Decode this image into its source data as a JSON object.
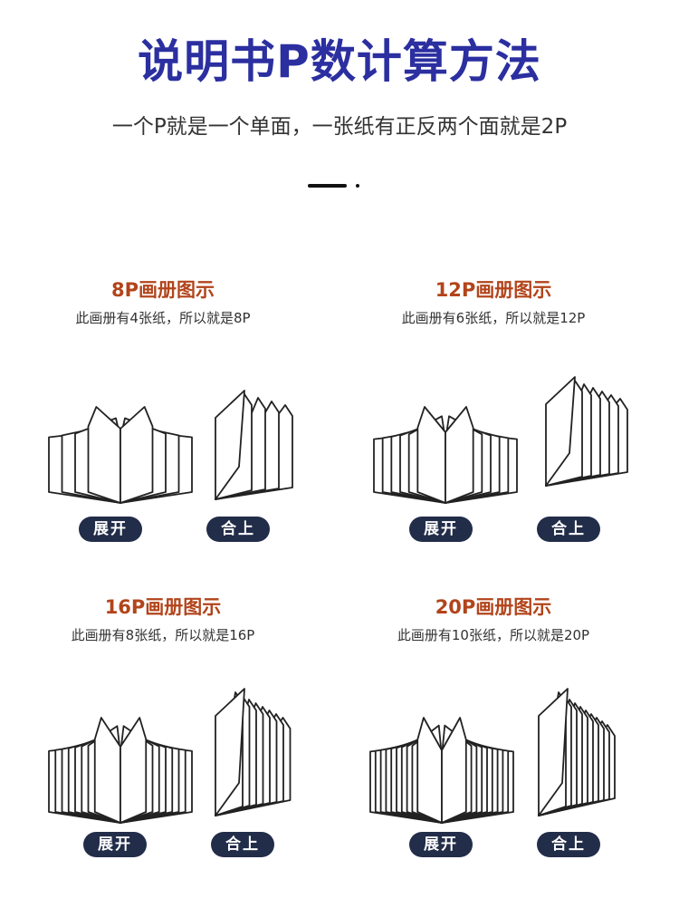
{
  "header": {
    "title": "说明书P数计算方法",
    "subtitle": "一个P就是一个单面，一张纸有正反两个面就是2P"
  },
  "sections": [
    {
      "title": "8P画册图示",
      "desc": "此画册有4张纸，所以就是8P",
      "open_label": "展开",
      "closed_label": "合上",
      "sheets": 4
    },
    {
      "title": "12P画册图示",
      "desc": "此画册有6张纸，所以就是12P",
      "open_label": "展开",
      "closed_label": "合上",
      "sheets": 6
    },
    {
      "title": "16P画册图示",
      "desc": "此画册有8张纸，所以就是16P",
      "open_label": "展开",
      "closed_label": "合上",
      "sheets": 8
    },
    {
      "title": "20P画册图示",
      "desc": "此画册有10张纸，所以就是20P",
      "open_label": "展开",
      "closed_label": "合上",
      "sheets": 10
    }
  ],
  "colors": {
    "title": "#2b2fa0",
    "section_title": "#b2441b",
    "pill_bg": "#222d49"
  }
}
